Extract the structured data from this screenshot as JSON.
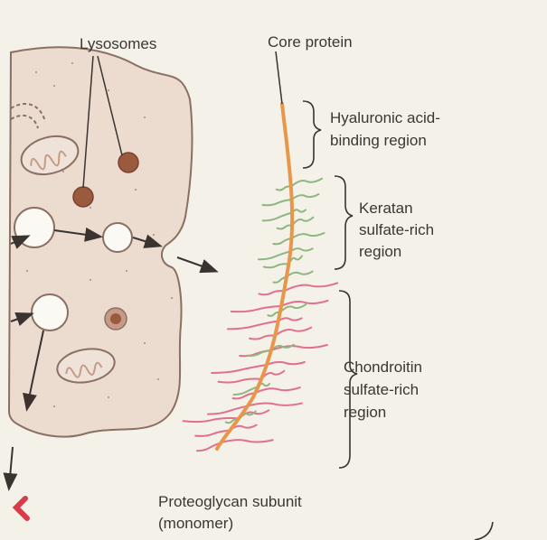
{
  "labels": {
    "lysosomes": "Lysosomes",
    "core_protein": "Core protein",
    "hyaluronic_line1": "Hyaluronic acid-",
    "hyaluronic_line2": "binding region",
    "keratan_line1": "Keratan",
    "keratan_line2": "sulfate-rich",
    "keratan_line3": "region",
    "chondroitin_line1": "Chondroitin",
    "chondroitin_line2": "sulfate-rich",
    "chondroitin_line3": "region",
    "subunit_line1": "Proteoglycan subunit",
    "subunit_line2": "(monomer)"
  },
  "colors": {
    "background": "#f4f1e9",
    "cell_fill": "#ecdccf",
    "cell_outline": "#8a6f63",
    "core_protein": "#e8964a",
    "keratan_chains": "#8fb67f",
    "chondroitin_chains": "#e0708c",
    "vesicle_fill": "#fbf9f4",
    "lysosome": "#9a5a3d",
    "mitochondrion": "#c69a86",
    "arrow": "#3a3330",
    "corner_mark": "#d83b4a"
  }
}
